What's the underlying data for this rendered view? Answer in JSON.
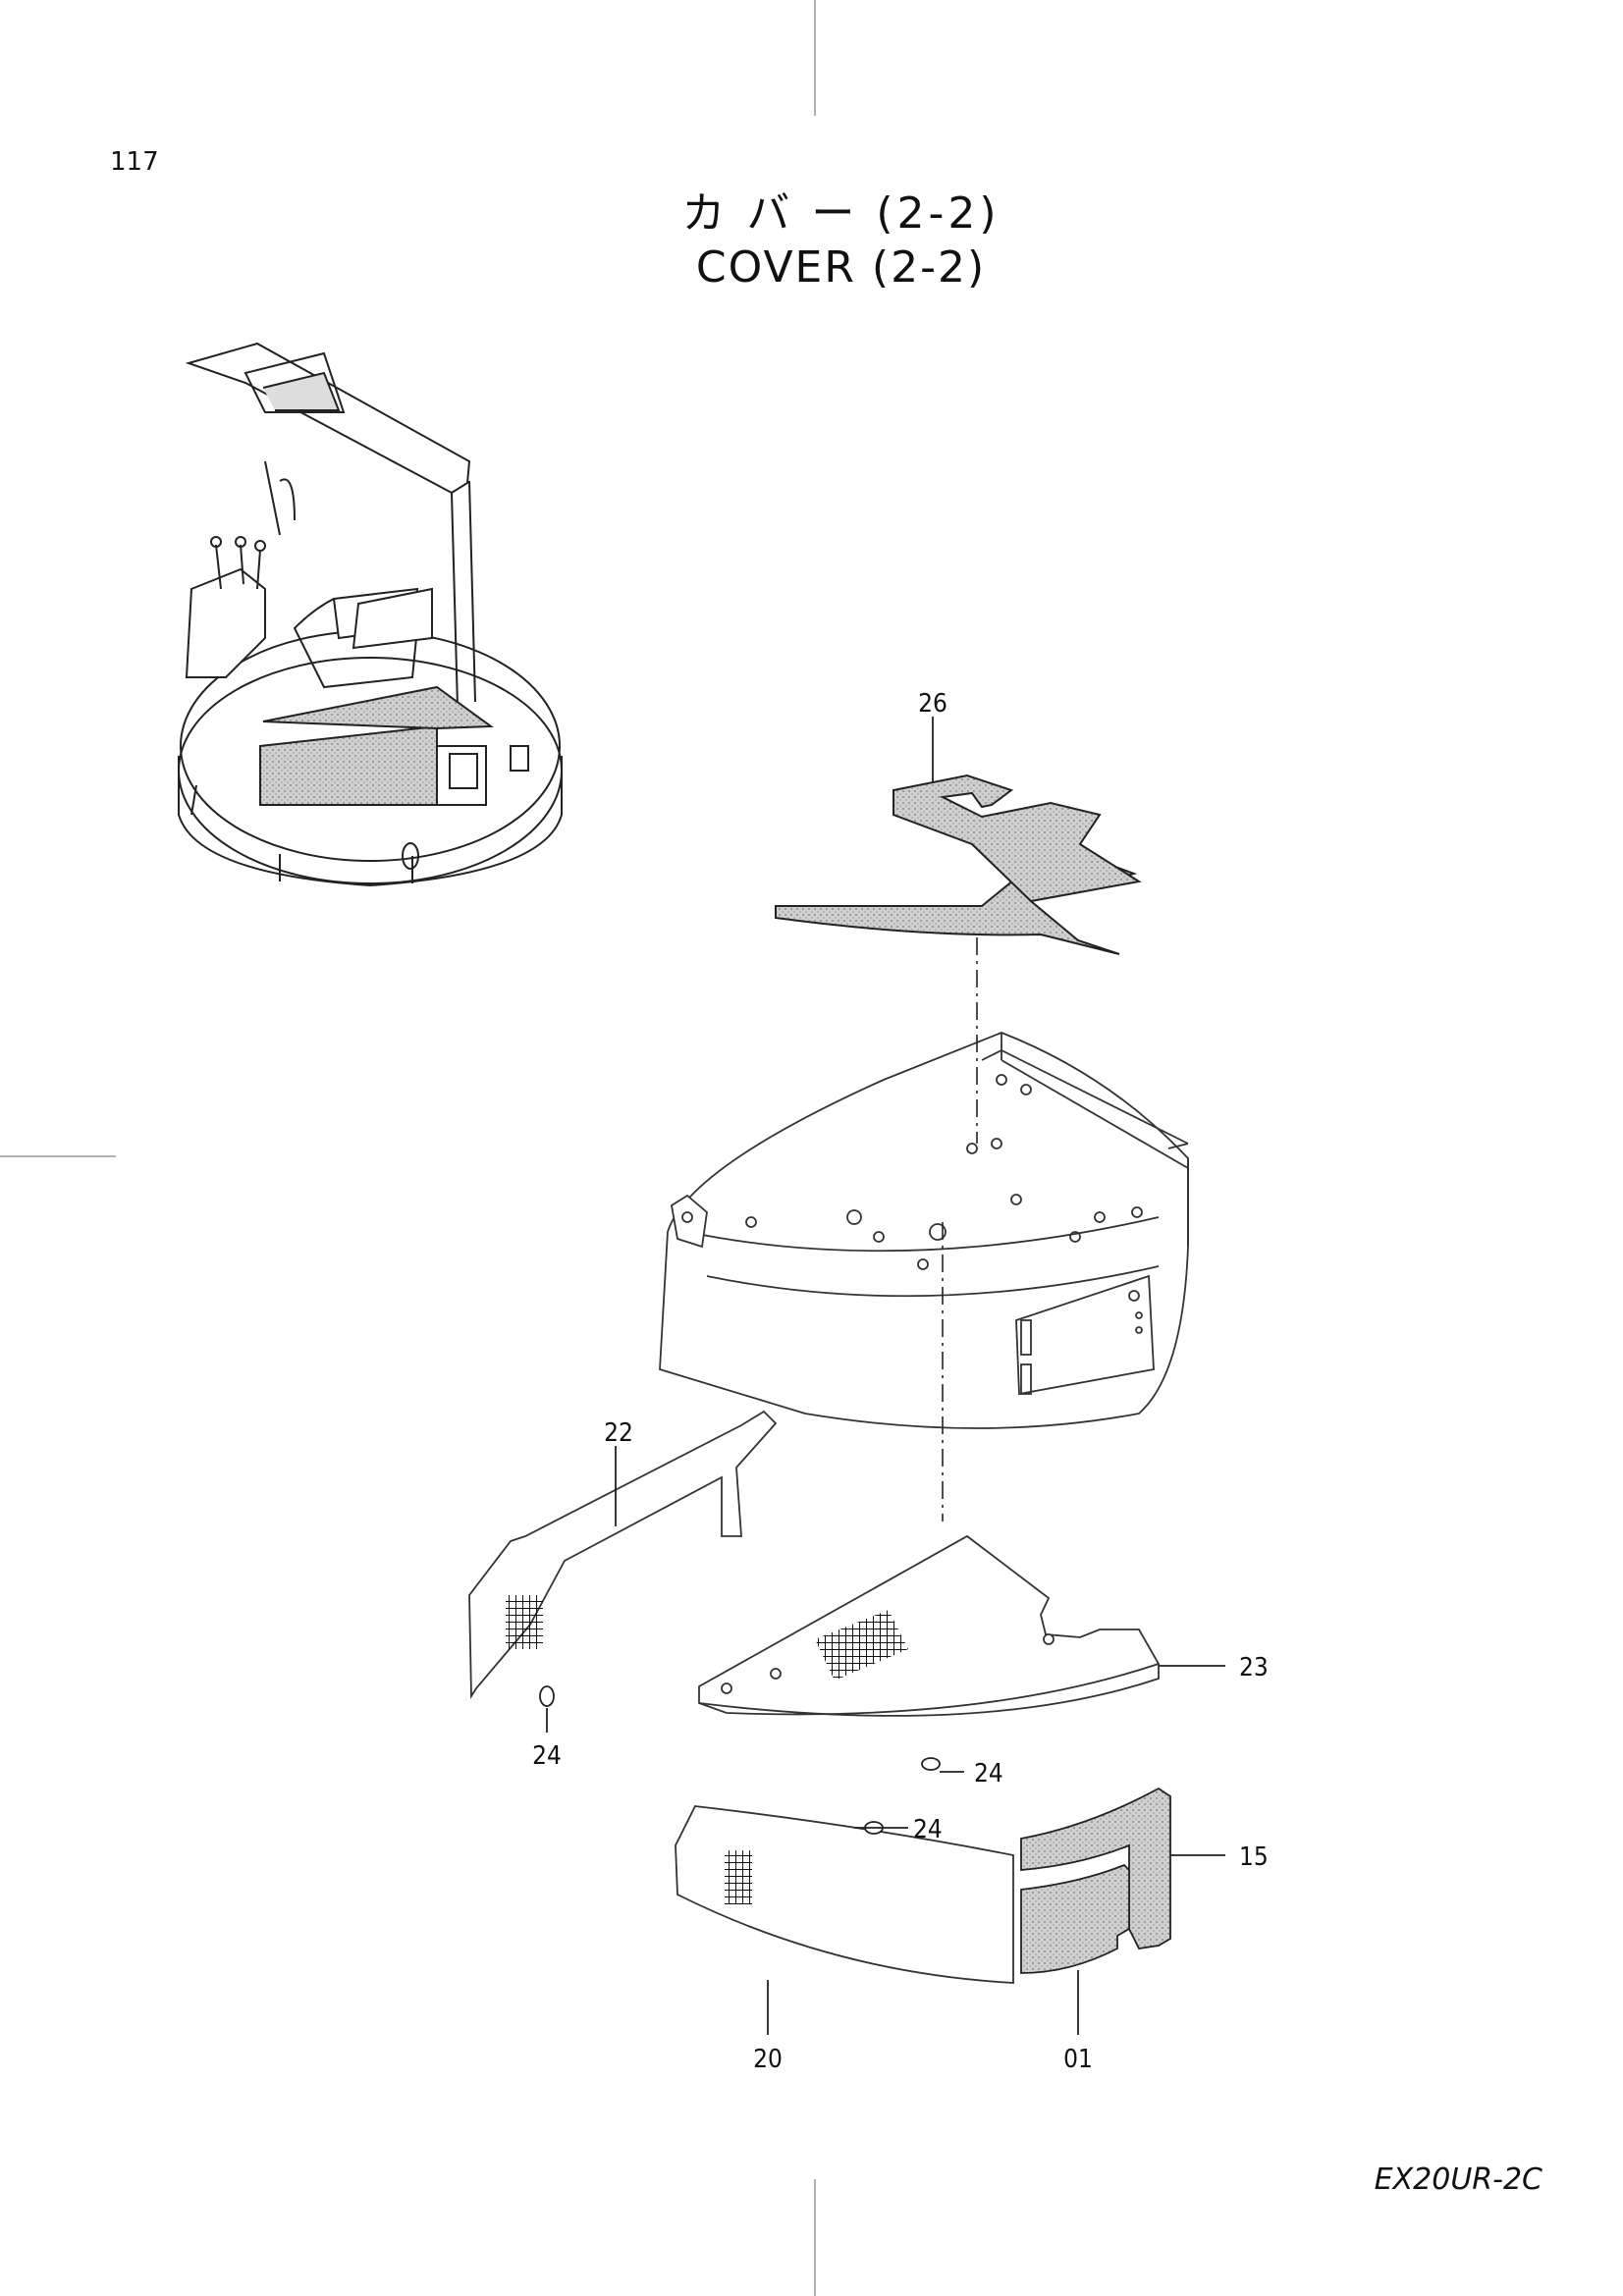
{
  "page": {
    "number": "117",
    "model_code": "EX20UR-2C"
  },
  "title": {
    "japanese": "カ バ ー (2-2)",
    "english": "COVER (2-2)"
  },
  "callouts": [
    {
      "id": "c26",
      "label": "26"
    },
    {
      "id": "c22",
      "label": "22"
    },
    {
      "id": "c23",
      "label": "23"
    },
    {
      "id": "c24a",
      "label": "24"
    },
    {
      "id": "c24b",
      "label": "24"
    },
    {
      "id": "c24c",
      "label": "24"
    },
    {
      "id": "c15",
      "label": "15"
    },
    {
      "id": "c20",
      "label": "20"
    },
    {
      "id": "c01",
      "label": "01"
    }
  ]
}
